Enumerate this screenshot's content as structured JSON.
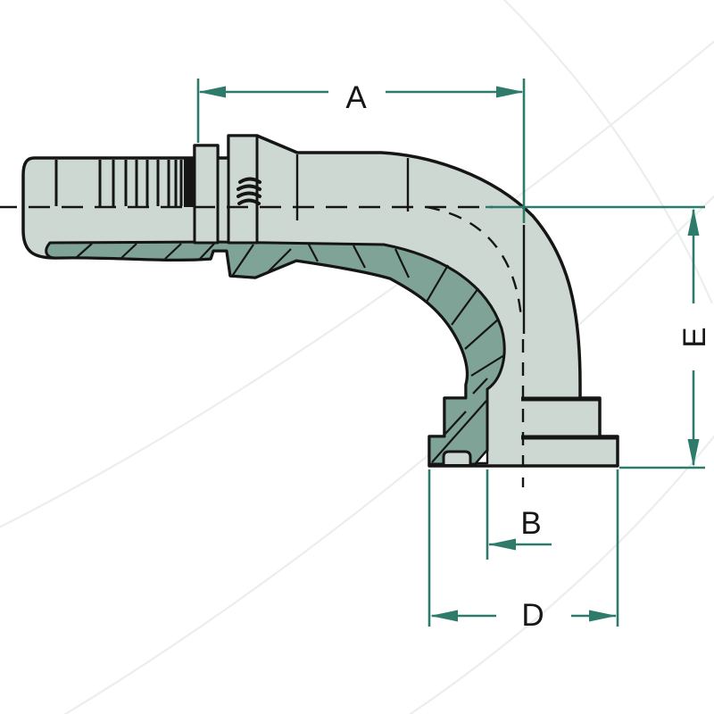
{
  "diagram": {
    "type": "technical-drawing",
    "subject": "90-degree elbow flange hose fitting shown in half section",
    "labels": {
      "a": "A",
      "b": "B",
      "d": "D",
      "e": "E"
    },
    "colors": {
      "dimension": "#2e7b6b",
      "body-light": "#ccd8d1",
      "body-dark": "#7fa396",
      "outline": "#151515",
      "background": "#ffffff",
      "watermark": "#eaeeec"
    }
  }
}
